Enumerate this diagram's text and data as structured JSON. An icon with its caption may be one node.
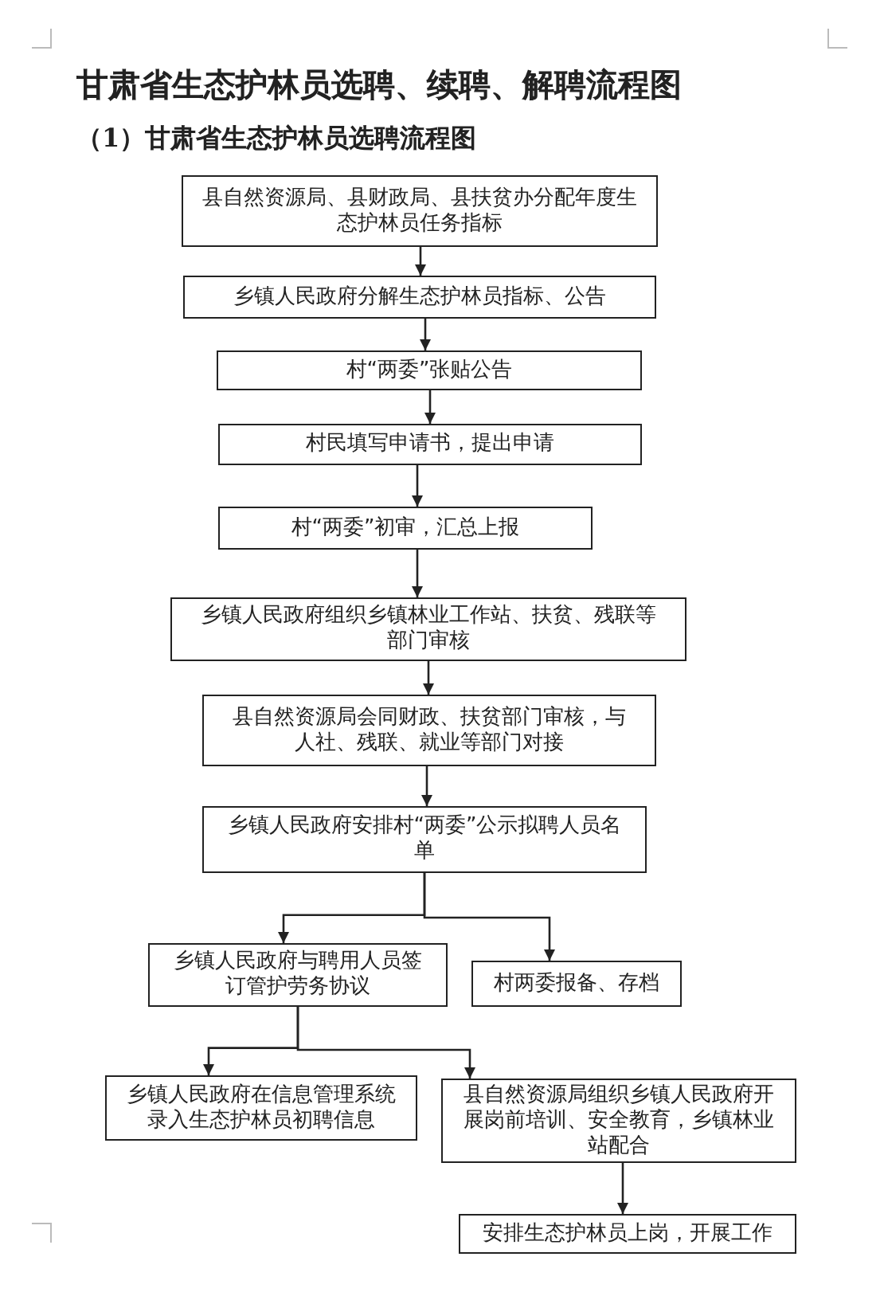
{
  "diagram": {
    "title": "甘肃省生态护林员选聘、续聘、解聘流程图",
    "labels": [
      "（1）甘肃省生态护林员选聘流程图"
    ],
    "nodes": [
      {
        "text": [
          "县自然资源局、县财政局、县扶贫办分配年度生态护林员任务指标"
        ]
      },
      {
        "text": [
          "乡镇人民政府分解生态护林员指标、公告"
        ]
      },
      {
        "text": [
          "村“两委”张贴公告"
        ]
      },
      {
        "text": [
          "村民填写申请书，提出申请"
        ]
      },
      {
        "text": [
          "村“两委”初审，汇总上报"
        ]
      },
      {
        "text": [
          "乡镇人民政府组织乡镇林业工作站、扶贫、残联等部门审核"
        ]
      },
      {
        "text": [
          "县自然资源局会同财政、扶贫部门审核，与人社、残联、就业等部门对接"
        ]
      },
      {
        "text": [
          "乡镇人民政府安排村“两委”公示拟聘人员名单"
        ]
      },
      {
        "text": [
          "乡镇人民政府与聘用人员签订管护劳务协议"
        ]
      },
      {
        "text": [
          "村两委报备、存档"
        ]
      },
      {
        "text": [
          "乡镇人民政府在信息管理系统录入生态护林员初聘信息"
        ]
      },
      {
        "text": [
          "县自然资源局组织乡镇人民政府开展岗前培训、安全教育，乡镇林业站配合"
        ]
      },
      {
        "text": [
          "安排生态护林员上岗，开展工作"
        ]
      }
    ],
    "edges": [
      {
        "from": 0,
        "to": 1,
        "arrow": "to"
      },
      {
        "from": 1,
        "to": 2,
        "arrow": "to"
      },
      {
        "from": 2,
        "to": 3,
        "arrow": "to"
      },
      {
        "from": 3,
        "to": 4,
        "arrow": "to"
      },
      {
        "from": 4,
        "to": 5,
        "arrow": "to"
      },
      {
        "from": 5,
        "to": 6,
        "arrow": "to"
      },
      {
        "from": 6,
        "to": 7,
        "arrow": "to"
      },
      {
        "from": 7,
        "to": 8,
        "arrow": "to"
      },
      {
        "from": 7,
        "to": 9,
        "arrow": "to"
      },
      {
        "from": 8,
        "to": 10,
        "arrow": "to"
      },
      {
        "from": 8,
        "to": 11,
        "arrow": "to"
      },
      {
        "from": 11,
        "to": 12,
        "arrow": "to"
      }
    ]
  }
}
